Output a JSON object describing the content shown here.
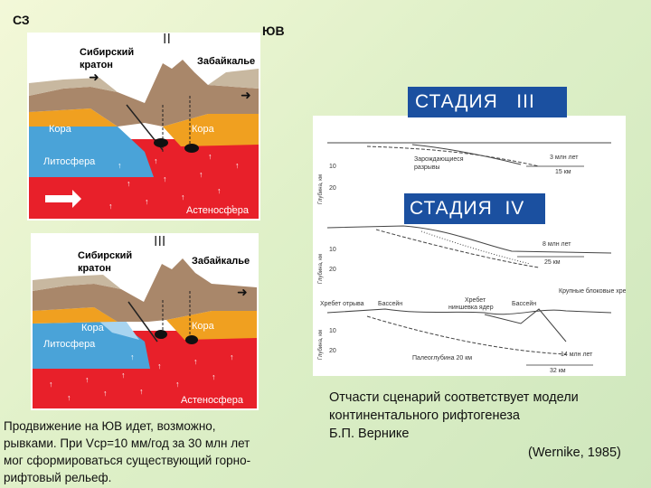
{
  "corner": {
    "left": "СЗ",
    "right": "ЮВ"
  },
  "diagram_top": {
    "stage": "II",
    "craton": [
      "Сибирский",
      "кратон"
    ],
    "zabaikalye": "Забайкалье",
    "crust_left": "Кора",
    "crust_right": "Кора",
    "lithosphere": "Литосфера",
    "asthenosphere": "Астеносфера"
  },
  "diagram_bottom": {
    "stage": "III",
    "craton": [
      "Сибирский",
      "кратон"
    ],
    "zabaikalye": "Забайкалье",
    "crust_left": "Кора",
    "crust_right": "Кора",
    "lithosphere": "Литосфера",
    "asthenosphere": "Астеносфера"
  },
  "stage_labels": {
    "stage3": "СТАДИЯ   III",
    "stage4": "СТАДИЯ  IV"
  },
  "sections": {
    "s1": {
      "note_line1": "Зарождающиеся",
      "note_line2": "разрывы",
      "time": "3 млн лет",
      "width": "15 км",
      "depth": [
        "10",
        "20"
      ],
      "axis": "Глубина, км"
    },
    "s2": {
      "time": "8 млн лет",
      "width": "25 км",
      "depth": [
        "10",
        "20"
      ],
      "axis": "Глубина, км"
    },
    "s3": {
      "ridge": "Хребет отрыва",
      "basin1": "Бассейн",
      "basin2": "Бассейн",
      "ridge2_line1": "Хребет",
      "ridge2_line2": "ниншевка ядер",
      "blocks": "Крупные блоковые хребты",
      "time": "14 млн лет",
      "width": "32 км",
      "bottom_note": "Палеоглубина 20 км",
      "depth": [
        "10",
        "20"
      ],
      "axis": "Глубина, км"
    }
  },
  "text_left": [
    "Продвижение на ЮВ идет, возможно,",
    "рывками. При Vср=10 мм/год за 30 млн лет",
    "мог  сформироваться существующий горно-",
    "рифтовый рельеф."
  ],
  "text_right": [
    "Отчасти сценарий соответствует  модели",
    "континентального рифтогенеза",
    "Б.П. Вернике"
  ],
  "citation": "(Wernike, 1985)"
}
